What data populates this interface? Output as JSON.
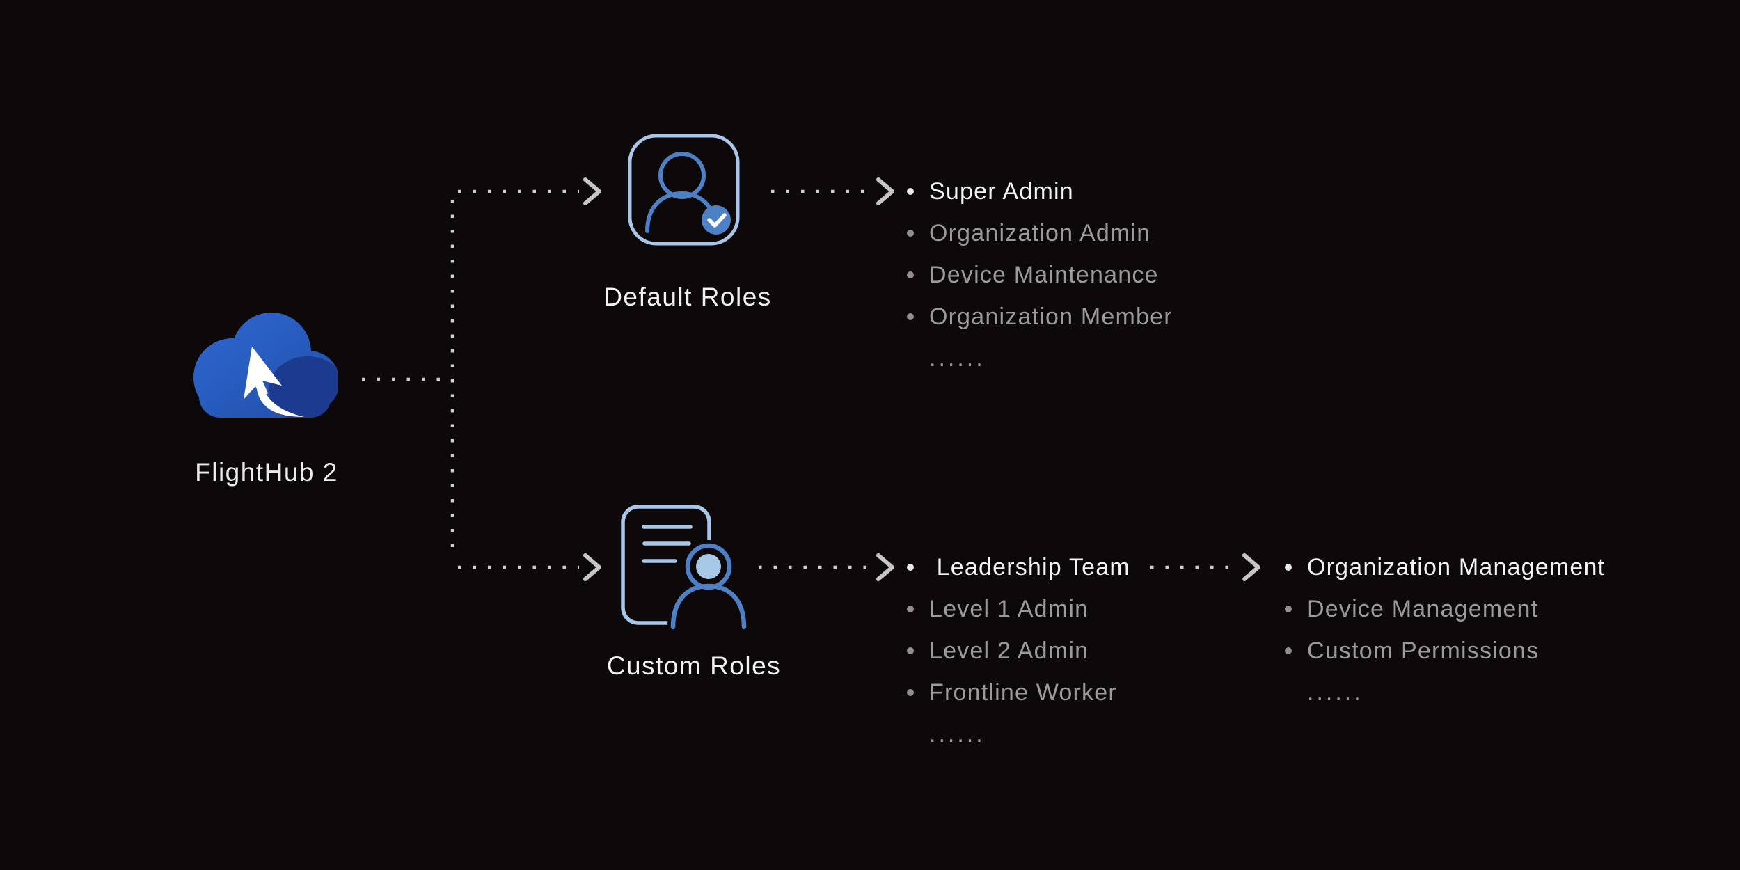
{
  "diagram": {
    "root": {
      "label": "FlightHub 2"
    },
    "default_roles": {
      "label": "Default Roles",
      "items": [
        "Super Admin",
        "Organization Admin",
        "Device Maintenance",
        "Organization Member"
      ],
      "ellipsis": "......"
    },
    "custom_roles": {
      "label": "Custom Roles",
      "items": [
        " Leadership Team",
        "Level 1 Admin",
        "Level 2 Admin",
        "Frontline Worker"
      ],
      "ellipsis": "......"
    },
    "permissions": {
      "items": [
        "Organization Management",
        "Device Management",
        "Custom Permissions"
      ],
      "ellipsis": "......"
    }
  },
  "icons": {
    "root_icon": "cloud-cursor-logo",
    "default_roles_icon": "user-check-icon",
    "custom_roles_icon": "document-user-icon"
  },
  "colors": {
    "background": "#0d0809",
    "text_primary": "#f4f4f4",
    "text_secondary": "#9b9b9b",
    "connector": "#cdcdcd",
    "icon_light_blue": "#a9c6e8",
    "icon_medium_blue": "#4d80c4",
    "head_fill_blue": "#a8c8e8",
    "cloud_blue_light": "#3069d4",
    "cloud_blue_dark": "#1c3a8e"
  }
}
